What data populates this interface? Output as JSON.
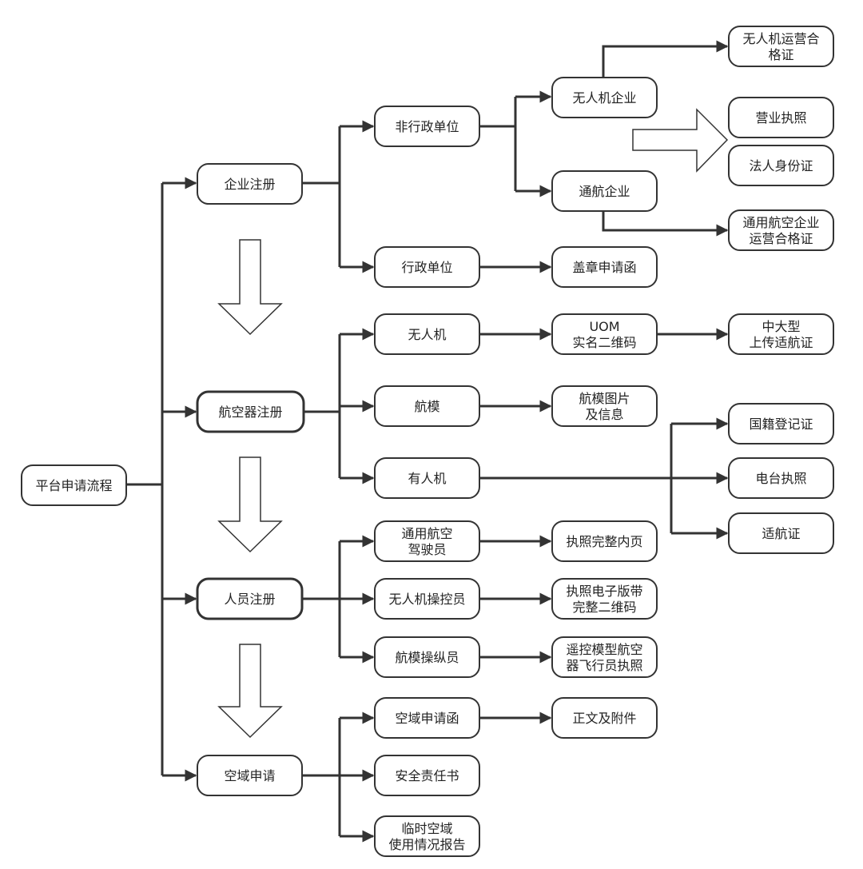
{
  "nodes": {
    "root": [
      "平台申请流程"
    ],
    "enterprise": [
      "企业注册"
    ],
    "aircraft": [
      "航空器注册"
    ],
    "personnel": [
      "人员注册"
    ],
    "airspace": [
      "空域申请"
    ],
    "non_admin": [
      "非行政单位"
    ],
    "admin": [
      "行政单位"
    ],
    "uav_enterprise": [
      "无人机企业"
    ],
    "ga_enterprise": [
      "通航企业"
    ],
    "uav_op_cert": [
      "无人机运营合",
      "格证"
    ],
    "business_license": [
      "营业执照"
    ],
    "legal_id": [
      "法人身份证"
    ],
    "ga_op_cert": [
      "通用航空企业",
      "运营合格证"
    ],
    "seal_letter": [
      "盖章申请函"
    ],
    "uav": [
      "无人机"
    ],
    "uom": [
      "UOM",
      "实名二维码"
    ],
    "mid_large": [
      "中大型",
      "上传适航证"
    ],
    "model_aircraft": [
      "航模"
    ],
    "model_photo": [
      "航模图片",
      "及信息"
    ],
    "manned": [
      "有人机"
    ],
    "nationality_cert": [
      "国籍登记证"
    ],
    "radio_license": [
      "电台执照"
    ],
    "airworthiness_cert": [
      "适航证"
    ],
    "ga_pilot": [
      "通用航空",
      "驾驶员"
    ],
    "license_pages": [
      "执照完整内页"
    ],
    "uav_operator": [
      "无人机操控员"
    ],
    "e_license": [
      "执照电子版带",
      "完整二维码"
    ],
    "model_operator": [
      "航模操纵员"
    ],
    "rc_pilot_license": [
      "遥控模型航空",
      "器飞行员执照"
    ],
    "airspace_letter": [
      "空域申请函"
    ],
    "text_attach": [
      "正文及附件"
    ],
    "safety_book": [
      "安全责任书"
    ],
    "temp_airspace": [
      "临时空域",
      "使用情况报告"
    ]
  }
}
